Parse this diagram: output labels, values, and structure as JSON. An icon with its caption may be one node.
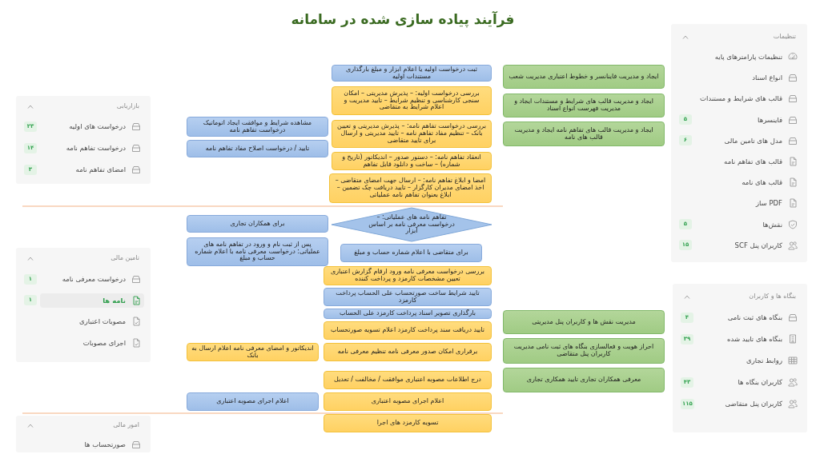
{
  "diagram": {
    "title": "فرآیند پیاده سازی شده در سامانه",
    "nodes": [
      {
        "text": [
          "تنظیمات"
        ]
      },
      {
        "text": [
          "تنظیمات پارامترهای پایه"
        ],
        "in": 0
      },
      {
        "text": [
          "انواع اسناد"
        ],
        "in": 0
      },
      {
        "text": [
          "قالب های شرایط و مستندات"
        ],
        "in": 0
      },
      {
        "text": [
          "فاینسرها"
        ],
        "in": 0
      },
      {
        "text": [
          "مدل های تامین مالی"
        ],
        "in": 0
      },
      {
        "text": [
          "قالب های تفاهم نامه"
        ],
        "in": 0
      },
      {
        "text": [
          "قالب های نامه"
        ],
        "in": 0
      },
      {
        "text": [
          "PDF ساز"
        ],
        "in": 0
      },
      {
        "text": [
          "نقش‌ها"
        ],
        "in": 0
      },
      {
        "text": [
          "کاربران پنل SCF"
        ],
        "in": 0
      },
      {
        "text": [
          "بنگاه ها و کاربران"
        ]
      },
      {
        "text": [
          "بنگاه های ثبت نامی"
        ],
        "in": 11
      },
      {
        "text": [
          "بنگاه های تایید شده"
        ],
        "in": 11
      },
      {
        "text": [
          "روابط تجاری"
        ],
        "in": 11
      },
      {
        "text": [
          "کاربران بنگاه ها"
        ],
        "in": 11
      },
      {
        "text": [
          "کاربران پنل متقاضی"
        ],
        "in": 11
      },
      {
        "text": [
          "بازاریابی"
        ]
      },
      {
        "text": [
          "درخواست های اولیه"
        ],
        "in": 17
      },
      {
        "text": [
          "درخواست تفاهم نامه"
        ],
        "in": 17
      },
      {
        "text": [
          "امضای تفاهم نامه"
        ],
        "in": 17
      },
      {
        "text": [
          "تامین مالی"
        ]
      },
      {
        "text": [
          "درخواست معرفی نامه"
        ],
        "in": 21
      },
      {
        "text": [
          "نامه ها"
        ],
        "in": 21
      },
      {
        "text": [
          "مصوبات اعتباری"
        ],
        "in": 21
      },
      {
        "text": [
          "اجرای مصوبات"
        ],
        "in": 21
      },
      {
        "text": [
          "امور مالی"
        ]
      },
      {
        "text": [
          "صورتحساب ها"
        ],
        "in": 26
      },
      {
        "text": [
          "ایجاد و مدیریت فاینانسر و خطوط اعتباری مدیریت شعب"
        ]
      },
      {
        "text": [
          "ایجاد و مدیریت قالب های شرایط و مستندات ایجاد و مدیریت فهرست انواع اسناد"
        ]
      },
      {
        "text": [
          "ایجاد و مدیریت قالب های تفاهم نامه ایجاد و مدیریت قالب های نامه"
        ]
      },
      {
        "text": [
          "مدیریت نقش ها و کاربران پنل مدیریتی"
        ]
      },
      {
        "text": [
          "احراز هویت و فعالسازی بنگاه های ثبت نامی مدیریت کاربران پنل متقاضی"
        ]
      },
      {
        "text": [
          "معرفی همکاران تجاری تایید همکاری تجاری"
        ]
      },
      {
        "text": [
          "ثبت درخواست اولیه یا اعلام ابزار و مبلغ بارگذاری مستندات اولیه"
        ]
      },
      {
        "text": [
          "بررسی درخواست اولیه: – پذیرش مدیریتی – امکان سنجی کارشناسی و تنظیم شرایط – تایید مدیریت و اعلام شرایط به متقاضی"
        ]
      },
      {
        "text": [
          "بررسی درخواست تفاهم نامه: – پذیرش مدیریتی و تعیین بانک – تنظیم مفاد تفاهم نامه – تایید مدیریتی و ارسال برای تایید متقاضی"
        ]
      },
      {
        "text": [
          "انعقاد تفاهم نامه: – دستور صدور – اندیکاتور (تاریخ و شماره) – ساخت و دانلود قابل تفاهم"
        ]
      },
      {
        "text": [
          "امضا و ابلاغ تفاهم نامه: – ارسال جهت امضای متقاضی – اخذ امضای مدیران کارگزار – تایید دریافت چک تضمین – ابلاغ بعنوان تفاهم نامه عملیاتی"
        ]
      },
      {
        "text": [
          "مشاهده شرایط و موافقت ایجاد اتوماتیک درخواست تفاهم نامه"
        ]
      },
      {
        "text": [
          "تایید / درخواست اصلاح مفاد تفاهم نامه"
        ]
      },
      {
        "text": [
          "تفاهم نامه های عملیاتی: – درخواست معرفی نامه بر اساس ابزار"
        ]
      },
      {
        "text": [
          "برای همکاران تجاری"
        ]
      },
      {
        "text": [
          "پس از ثبت نام و ورود در تفاهم نامه های عملیاتی: درخواست معرفی نامه با اعلام شماره حساب و مبلغ"
        ]
      },
      {
        "text": [
          "برای متقاضی با اعلام شماره حساب و مبلغ"
        ]
      },
      {
        "text": [
          "بررسی درخواست معرفی نامه ورود ارقام گزارش اعتباری تعیین مشخصات کارمزد و پرداخت کننده"
        ]
      },
      {
        "text": [
          "تایید شرایط ساخت صورتحساب علی الحساب پرداخت کارمزد"
        ]
      },
      {
        "text": [
          "بارگذاری تصویر اسناد پرداخت کارمزد علی الحساب"
        ]
      },
      {
        "text": [
          "تایید دریافت سند پرداخت کارمزد اعلام تسویه صورتحساب"
        ]
      },
      {
        "text": [
          "برقراری امکان صدور معرفی نامه تنظیم معرفی نامه"
        ]
      },
      {
        "text": [
          "اندیکاتور و امضای معرفی نامه اعلام ارسال به بانک"
        ]
      },
      {
        "text": [
          "درج اطلاعات مصوبه اعتباری موافقت / مخالفت / تعدیل"
        ]
      },
      {
        "text": [
          "اعلام اجرای مصوبه اعتباری"
        ]
      },
      {
        "text": [
          "اعلام اجرای مصوبه اعتباری"
        ]
      },
      {
        "text": [
          "تسویه کارمزد های اجرا"
        ]
      }
    ],
    "labels": [
      "۵",
      "۶",
      "۵",
      "۱۵",
      "۴",
      "۳۹",
      "۴۳",
      "۱۱۵",
      "۲۳",
      "۱۴",
      "۳",
      "۱",
      "۱"
    ]
  }
}
